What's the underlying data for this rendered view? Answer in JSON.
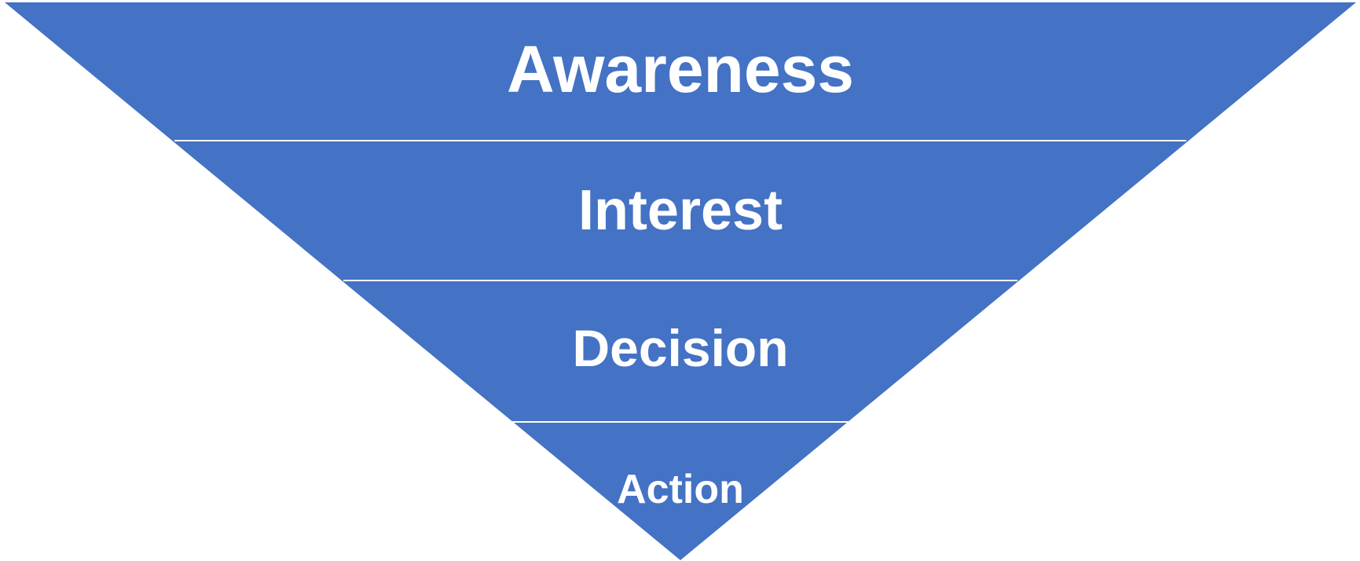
{
  "diagram": {
    "type": "funnel",
    "fill_color": "#4472C4",
    "divider_color": "#ffffff",
    "label_color": "#ffffff",
    "stages": [
      {
        "label": "Awareness"
      },
      {
        "label": "Interest"
      },
      {
        "label": "Decision"
      },
      {
        "label": "Action"
      }
    ]
  }
}
